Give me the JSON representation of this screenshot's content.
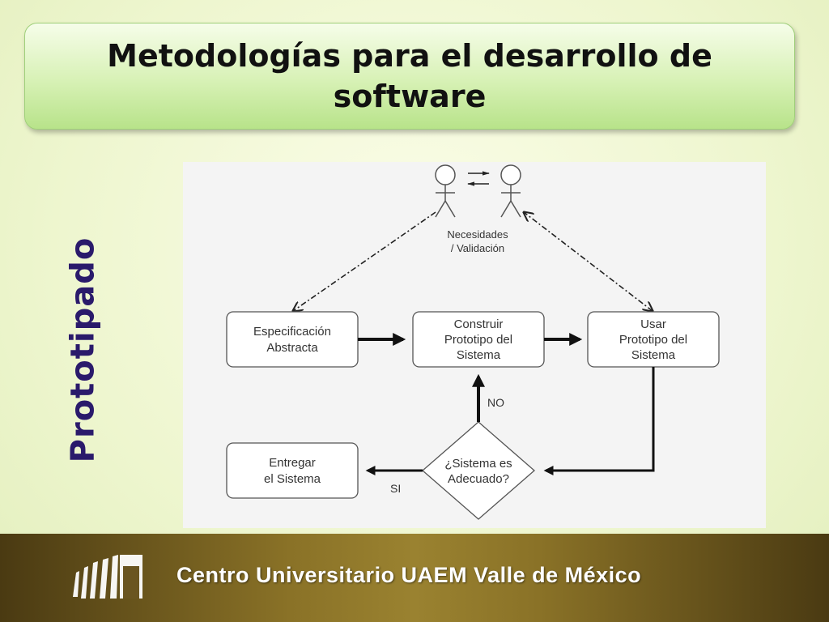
{
  "slide": {
    "title_line1": "Metodologías para el desarrollo de",
    "title_line2": "software",
    "side_label": "Prototipado"
  },
  "diagram": {
    "actors_label_line1": "Necesidades",
    "actors_label_line2": "/ Validación",
    "nodes": {
      "spec_line1": "Especificación",
      "spec_line2": "Abstracta",
      "build_line1": "Construir",
      "build_line2": "Prototipo del",
      "build_line3": "Sistema",
      "use_line1": "Usar",
      "use_line2": "Prototipo del",
      "use_line3": "Sistema",
      "deliver_line1": "Entregar",
      "deliver_line2": "el Sistema",
      "decision_line1": "¿Sistema es",
      "decision_line2": "Adecuado?"
    },
    "edge_labels": {
      "no": "NO",
      "yes": "SI"
    }
  },
  "footer": {
    "institution": "Centro Universitario UAEM Valle de México"
  },
  "colors": {
    "title_text": "#111111",
    "side_label": "#2a1a6b",
    "footer_bg": "#8a7227"
  }
}
